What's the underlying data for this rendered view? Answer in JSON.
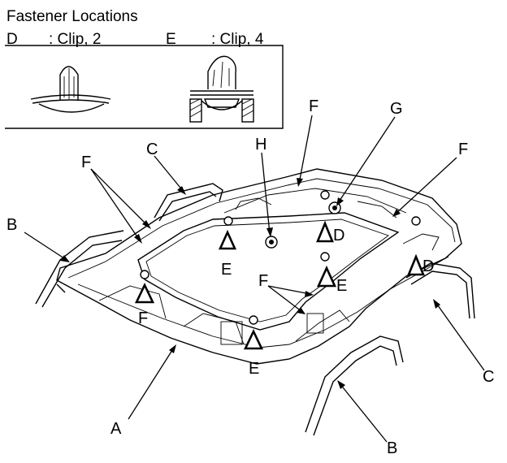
{
  "legend": {
    "title": "Fastener Locations",
    "d_letter": "D",
    "d_text": ": Clip, 2",
    "e_letter": "E",
    "e_text": ": Clip, 4"
  },
  "callouts": {
    "A": "A",
    "B": "B",
    "C": "C",
    "D": "D",
    "E": "E",
    "F": "F",
    "G": "G",
    "H": "H"
  }
}
